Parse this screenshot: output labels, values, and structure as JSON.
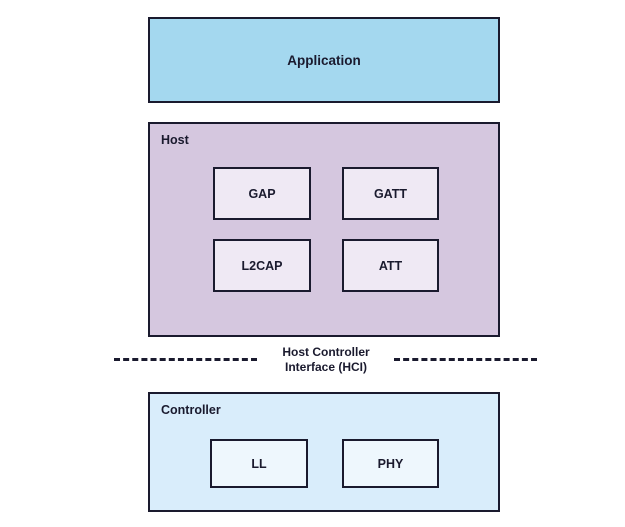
{
  "diagram": {
    "application": {
      "label": "Application"
    },
    "host": {
      "label": "Host",
      "boxes": [
        {
          "label": "GAP"
        },
        {
          "label": "GATT"
        },
        {
          "label": "L2CAP"
        },
        {
          "label": "ATT"
        }
      ]
    },
    "hci": {
      "label_line1": "Host Controller",
      "label_line2": "Interface (HCI)"
    },
    "controller": {
      "label": "Controller",
      "boxes": [
        {
          "label": "LL"
        },
        {
          "label": "PHY"
        }
      ]
    },
    "colors": {
      "application_fill": "#a4d8ef",
      "host_fill": "#d5c7df",
      "host_inner_fill": "#efe9f4",
      "controller_fill": "#d9edfb",
      "controller_inner_fill": "#eef7fd",
      "border": "#1a1a2e",
      "text": "#1a1a2e"
    }
  }
}
